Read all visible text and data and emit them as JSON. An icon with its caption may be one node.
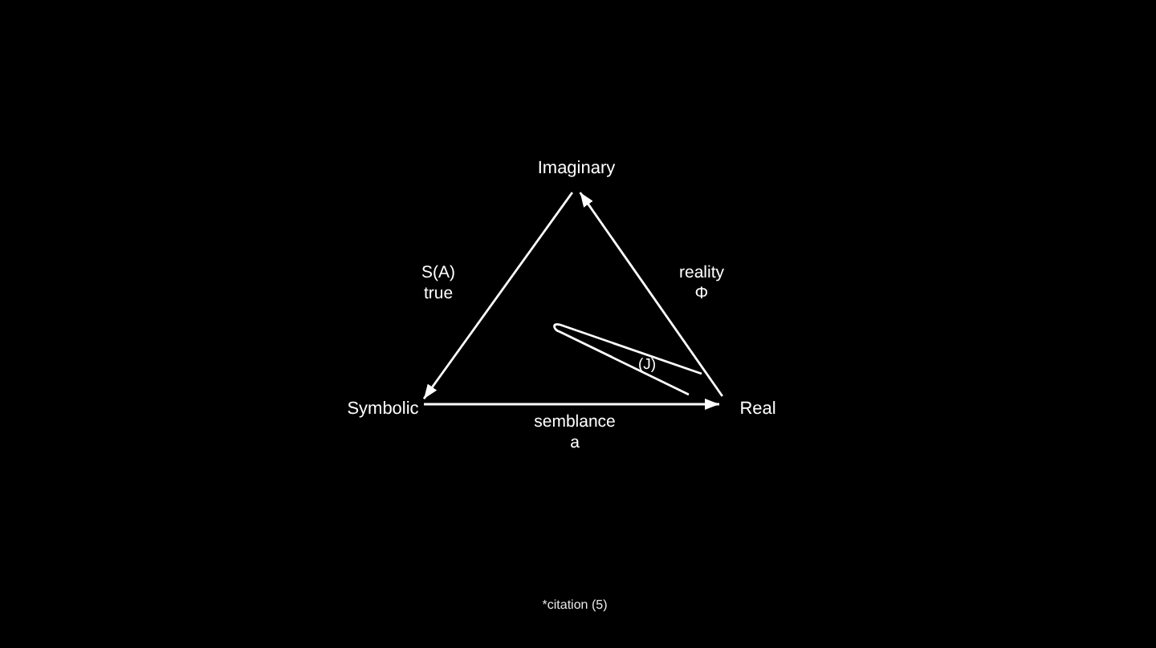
{
  "diagram": {
    "nodes": [
      {
        "text": [
          "Imaginary"
        ]
      },
      {
        "text": [
          "Symbolic"
        ]
      },
      {
        "text": [
          "Real"
        ]
      }
    ],
    "edges": [
      {
        "from": 0,
        "to": 1,
        "arrow": "to",
        "label": "S(A) true"
      },
      {
        "from": 1,
        "to": 2,
        "arrow": "to",
        "label": "semblance a"
      },
      {
        "from": 2,
        "to": 0,
        "arrow": "to",
        "label": "reality Φ"
      }
    ],
    "labels": [
      "(J)",
      "*citation (5)"
    ]
  }
}
